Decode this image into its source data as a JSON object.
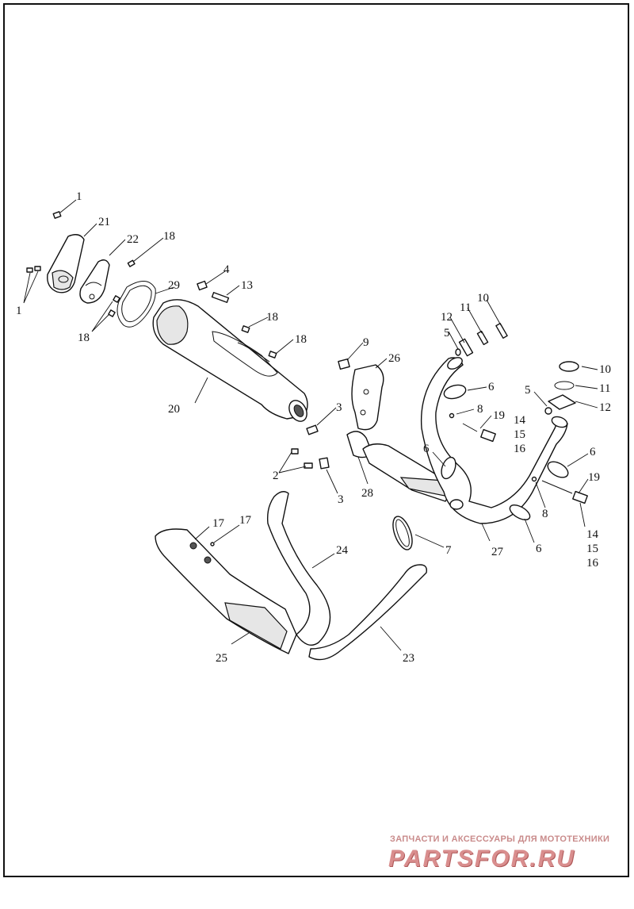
{
  "callouts": [
    {
      "id": "c1a",
      "text": "1"
    },
    {
      "id": "c1b",
      "text": "1"
    },
    {
      "id": "c21",
      "text": "21"
    },
    {
      "id": "c22",
      "text": "22"
    },
    {
      "id": "c18a",
      "text": "18"
    },
    {
      "id": "c18b",
      "text": "18"
    },
    {
      "id": "c29",
      "text": "29"
    },
    {
      "id": "c4",
      "text": "4"
    },
    {
      "id": "c13",
      "text": "13"
    },
    {
      "id": "c18c",
      "text": "18"
    },
    {
      "id": "c18d",
      "text": "18"
    },
    {
      "id": "c20",
      "text": "20"
    },
    {
      "id": "c9",
      "text": "9"
    },
    {
      "id": "c26",
      "text": "26"
    },
    {
      "id": "c3a",
      "text": "3"
    },
    {
      "id": "c2",
      "text": "2"
    },
    {
      "id": "c3b",
      "text": "3"
    },
    {
      "id": "c28",
      "text": "28"
    },
    {
      "id": "c10a",
      "text": "10"
    },
    {
      "id": "c11a",
      "text": "11"
    },
    {
      "id": "c12a",
      "text": "12"
    },
    {
      "id": "c5a",
      "text": "5"
    },
    {
      "id": "c6a",
      "text": "6"
    },
    {
      "id": "c8a",
      "text": "8"
    },
    {
      "id": "c19a",
      "text": "19"
    },
    {
      "id": "c14a",
      "text": "14"
    },
    {
      "id": "c15a",
      "text": "15"
    },
    {
      "id": "c16a",
      "text": "16"
    },
    {
      "id": "c6b",
      "text": "6"
    },
    {
      "id": "c10b",
      "text": "10"
    },
    {
      "id": "c11b",
      "text": "11"
    },
    {
      "id": "c5b",
      "text": "5"
    },
    {
      "id": "c12b",
      "text": "12"
    },
    {
      "id": "c6c",
      "text": "6"
    },
    {
      "id": "c19b",
      "text": "19"
    },
    {
      "id": "c8b",
      "text": "8"
    },
    {
      "id": "c14b",
      "text": "14"
    },
    {
      "id": "c15b",
      "text": "15"
    },
    {
      "id": "c16b",
      "text": "16"
    },
    {
      "id": "c6d",
      "text": "6"
    },
    {
      "id": "c7",
      "text": "7"
    },
    {
      "id": "c27",
      "text": "27"
    },
    {
      "id": "c17a",
      "text": "17"
    },
    {
      "id": "c17b",
      "text": "17"
    },
    {
      "id": "c24",
      "text": "24"
    },
    {
      "id": "c25",
      "text": "25"
    },
    {
      "id": "c23",
      "text": "23"
    }
  ],
  "watermark": {
    "tagline": "ЗАПЧАСТИ И АКСЕССУАРЫ ДЛЯ МОТОТЕХНИКИ",
    "logo": "PARTSFOR.RU",
    "color": "#d98e8e"
  }
}
